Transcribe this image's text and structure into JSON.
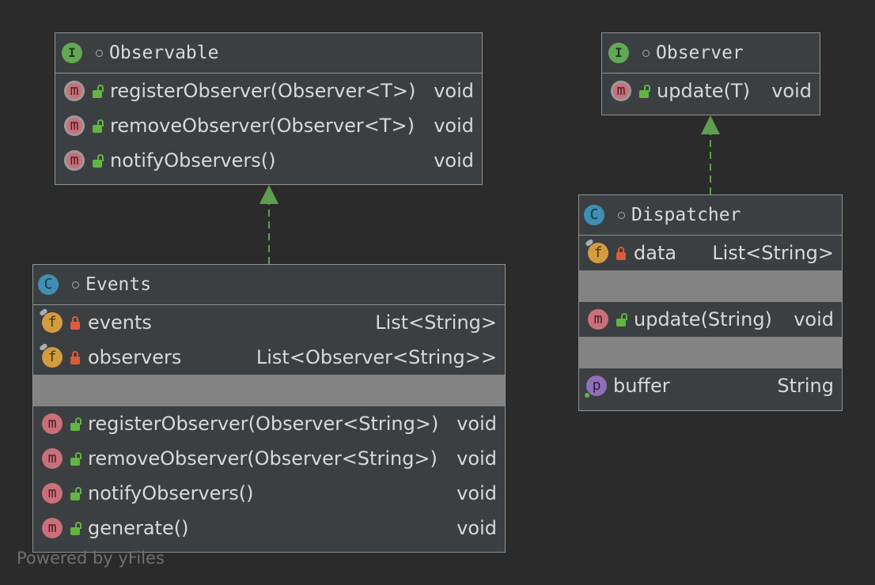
{
  "diagram": {
    "observable": {
      "name": "Observable",
      "kind": "I",
      "methods": [
        {
          "name": "registerObserver(Observer<T>)",
          "type": "void"
        },
        {
          "name": "removeObserver(Observer<T>)",
          "type": "void"
        },
        {
          "name": "notifyObservers()",
          "type": "void"
        }
      ]
    },
    "observer": {
      "name": "Observer",
      "kind": "I",
      "methods": [
        {
          "name": "update(T)",
          "type": "void"
        }
      ]
    },
    "events": {
      "name": "Events",
      "kind": "C",
      "fields": [
        {
          "name": "events",
          "type": "List<String>"
        },
        {
          "name": "observers",
          "type": "List<Observer<String>>"
        }
      ],
      "methods": [
        {
          "name": "registerObserver(Observer<String>)",
          "type": "void"
        },
        {
          "name": "removeObserver(Observer<String>)",
          "type": "void"
        },
        {
          "name": "notifyObservers()",
          "type": "void"
        },
        {
          "name": "generate()",
          "type": "void"
        }
      ]
    },
    "dispatcher": {
      "name": "Dispatcher",
      "kind": "C",
      "fields": [
        {
          "name": "data",
          "type": "List<String>"
        }
      ],
      "methods": [
        {
          "name": "update(String)",
          "type": "void"
        }
      ],
      "properties": [
        {
          "name": "buffer",
          "type": "String"
        }
      ]
    },
    "badges": {
      "field": "f",
      "method": "m",
      "property": "p"
    },
    "colors": {
      "background": "#2b2b2b",
      "node": "#3c3f41",
      "border": "#8f9395",
      "arrow": "#5f9e4f",
      "interface_badge": "#62a857",
      "class_badge": "#3f8fb4",
      "method_badge": "#c9707a",
      "field_badge": "#d39c40",
      "property_badge": "#8f6eb8"
    }
  },
  "footer": "Powered by yFiles"
}
